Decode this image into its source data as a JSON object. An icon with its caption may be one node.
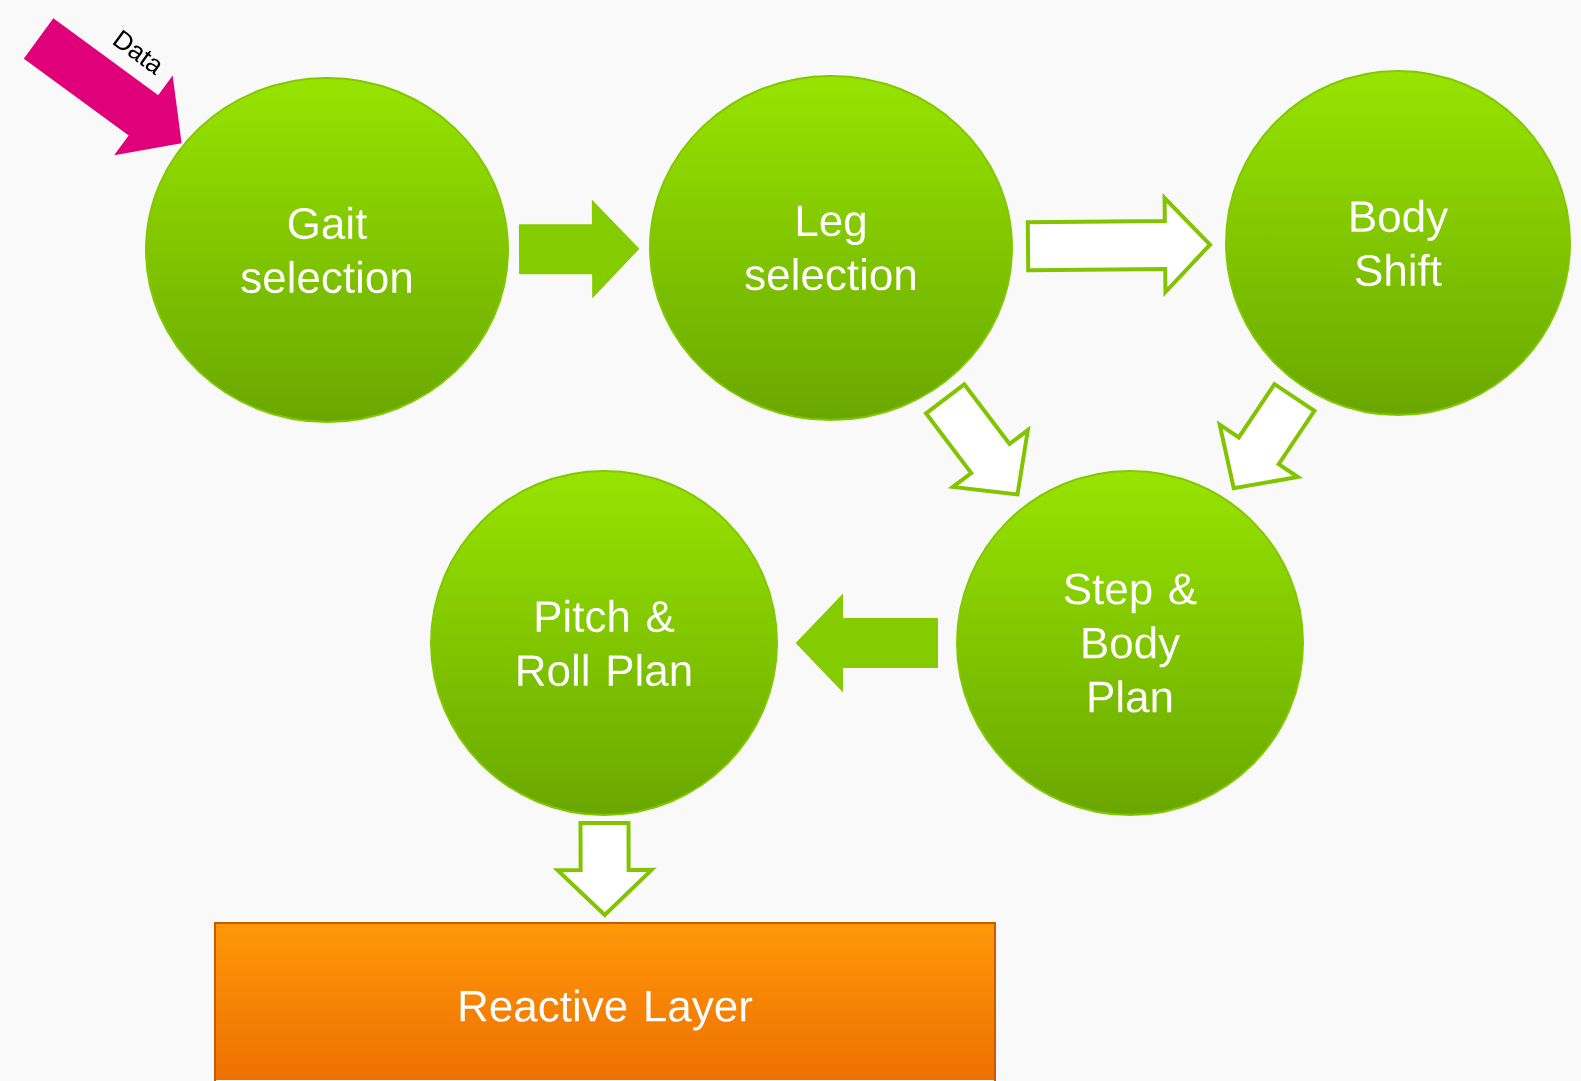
{
  "diagram": {
    "nodes": [
      {
        "text": [
          "Gait selection"
        ]
      },
      {
        "text": [
          "Leg selection"
        ]
      },
      {
        "text": [
          "Body Shift"
        ]
      },
      {
        "text": [
          "Step & Body Plan"
        ]
      },
      {
        "text": [
          "Pitch & Roll Plan"
        ]
      },
      {
        "text": [
          "Reactive Layer"
        ]
      }
    ],
    "edges": [
      {
        "from": null,
        "to": 0,
        "arrow": "to",
        "label": "Data",
        "color": "#e0007a"
      },
      {
        "from": 0,
        "to": 1,
        "arrow": "to",
        "color": "#84cc00"
      },
      {
        "from": 1,
        "to": 2,
        "arrow": "to"
      },
      {
        "from": 1,
        "to": 3,
        "arrow": "to"
      },
      {
        "from": 2,
        "to": 3,
        "arrow": "to"
      },
      {
        "from": 3,
        "to": 4,
        "arrow": "to",
        "color": "#84cc00"
      },
      {
        "from": 4,
        "to": 5,
        "arrow": "to"
      }
    ]
  }
}
